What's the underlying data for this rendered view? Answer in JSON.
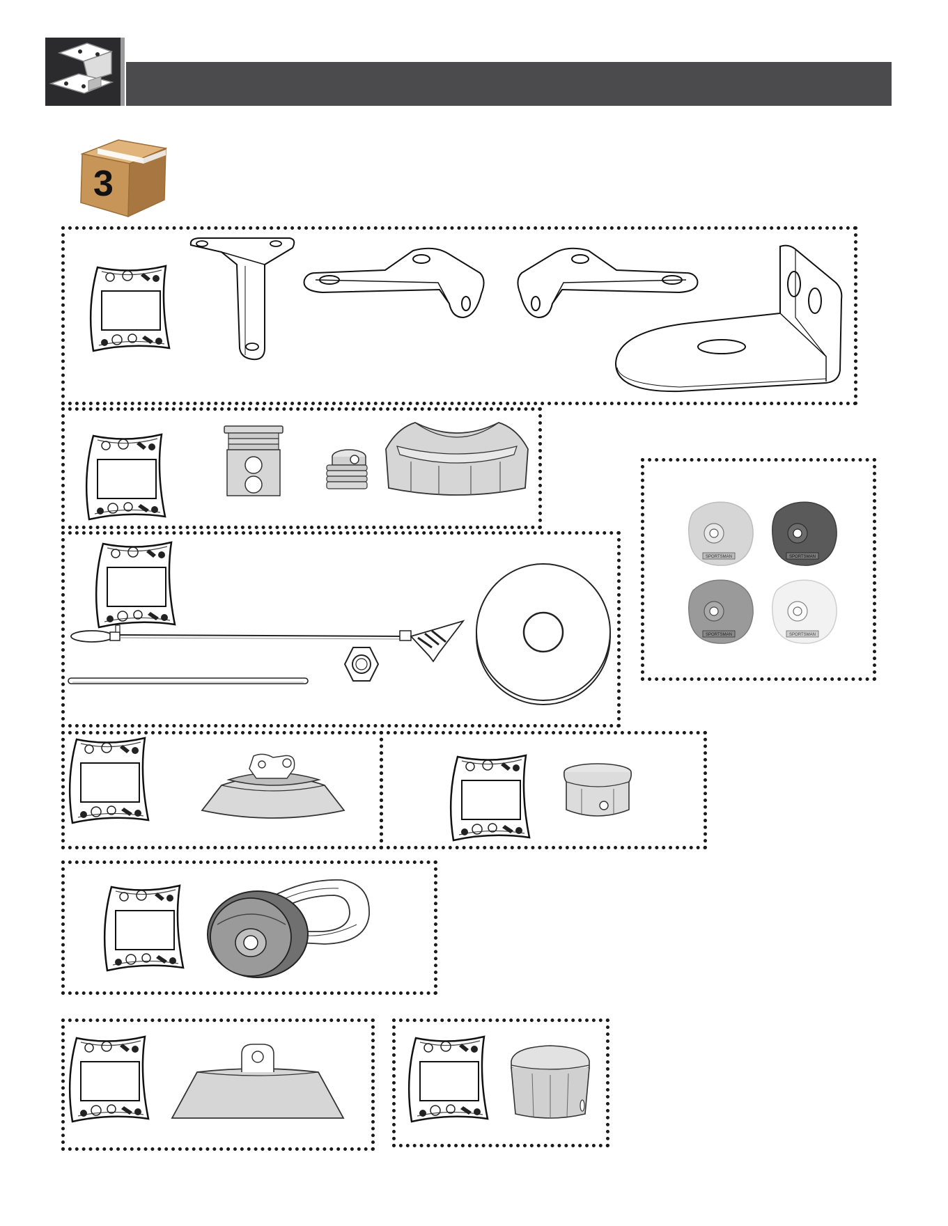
{
  "header": {
    "title": "",
    "icon": "bracket-icon",
    "colors": {
      "icon_box": "#2b2a2c",
      "bar": "#4b4a4c",
      "edge": "#9b9a9c"
    }
  },
  "box": {
    "number": "3",
    "icon": "carton-box-icon",
    "color": "#c89559"
  },
  "panels": [
    {
      "id": "bracket-hardware",
      "parts": [
        "hardware-bag",
        "l-strap-bracket",
        "right-corner-bracket",
        "left-corner-bracket",
        "wide-l-bracket"
      ]
    },
    {
      "id": "plug-hardware",
      "parts": [
        "hardware-bag",
        "threaded-hole-plug",
        "threaded-ring-plug",
        "curved-end-cap"
      ]
    },
    {
      "id": "cable-hardware",
      "parts": [
        "hardware-bag",
        "loop-cable-with-clip",
        "rod",
        "hex-nut",
        "large-washer"
      ]
    },
    {
      "id": "color-caps",
      "parts": [
        "cap-light-gray",
        "cap-dark-gray",
        "cap-mid-gray",
        "cap-white"
      ]
    },
    {
      "id": "base-shroud-hardware",
      "parts": [
        "hardware-bag",
        "base-shroud"
      ]
    },
    {
      "id": "round-cap-hardware",
      "parts": [
        "hardware-bag",
        "round-cap"
      ]
    },
    {
      "id": "wheel-hardware",
      "parts": [
        "hardware-bag",
        "wheel-handle"
      ]
    },
    {
      "id": "tab-shroud-hardware",
      "parts": [
        "hardware-bag",
        "tab-shroud"
      ]
    },
    {
      "id": "dome-cap-hardware",
      "parts": [
        "hardware-bag",
        "dome-cap"
      ]
    }
  ],
  "caps": {
    "label": "SPORTSMAN",
    "colors": [
      "#d6d6d6",
      "#5a5a5a",
      "#9a9a9a",
      "#f2f2f2"
    ]
  }
}
